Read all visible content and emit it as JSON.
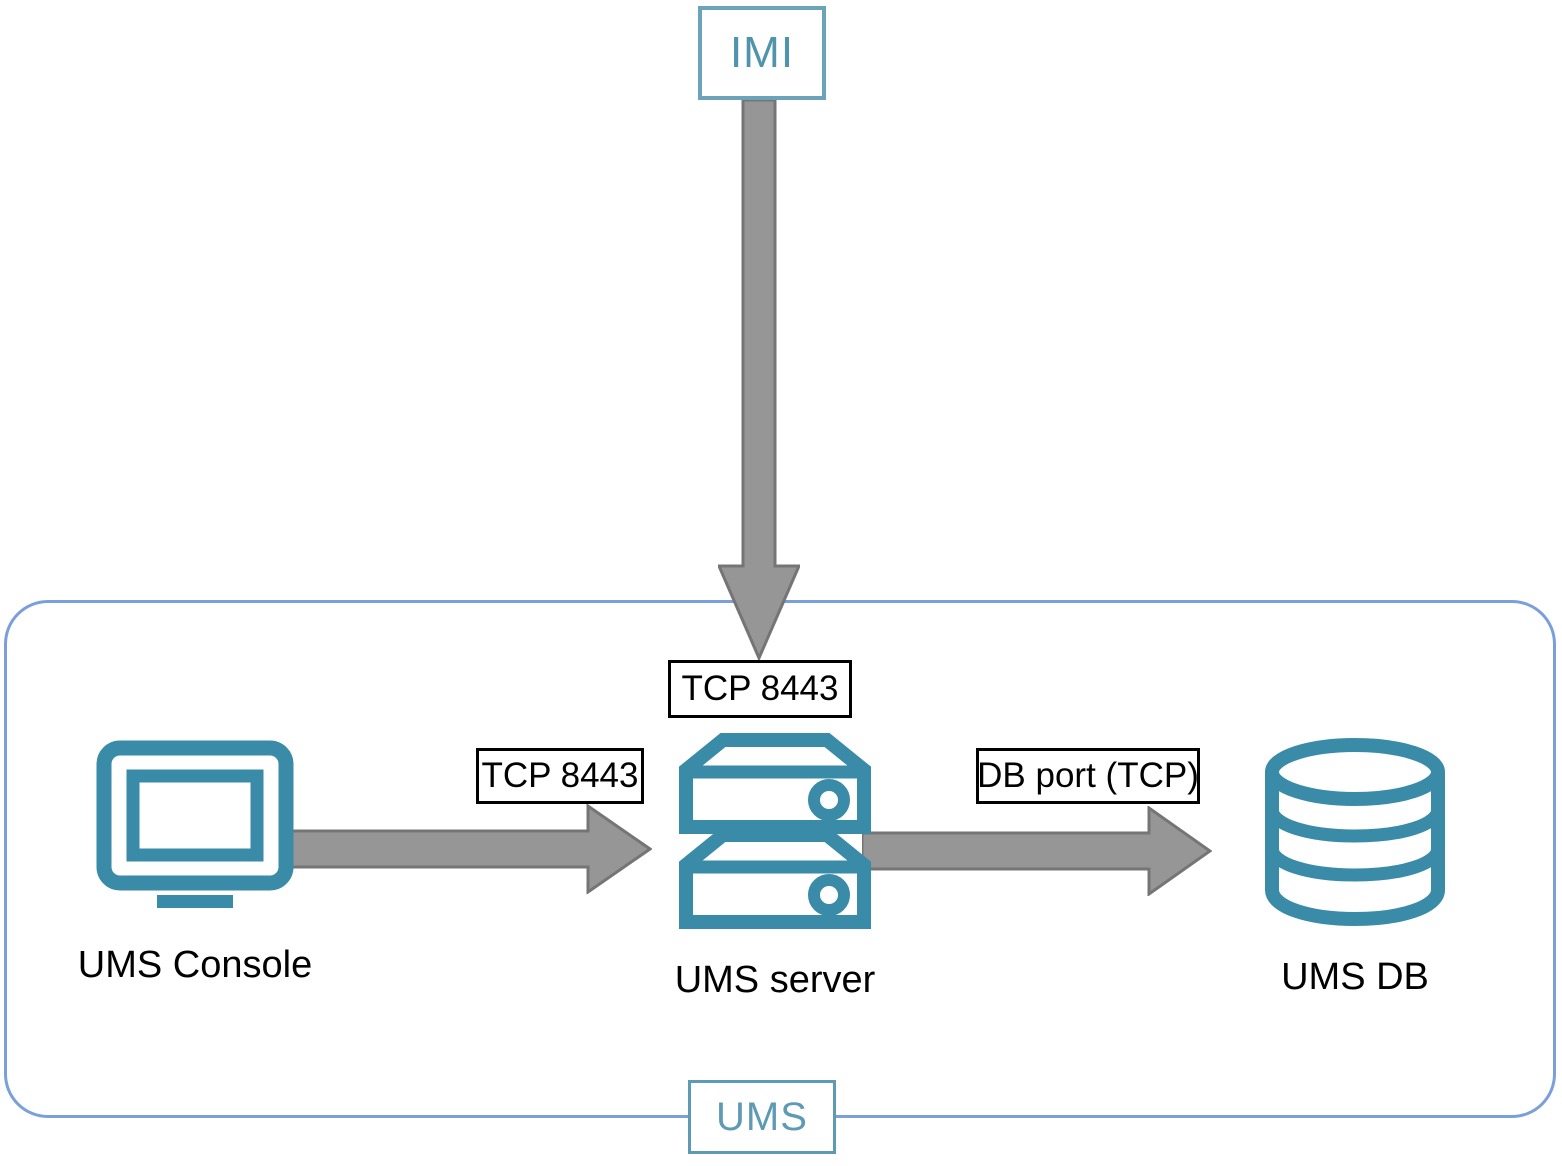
{
  "diagram": {
    "title_tags": {
      "external_zone": "IMI",
      "boundary_zone": "UMS"
    },
    "nodes": [
      {
        "id": "ums-console",
        "label": "UMS Console",
        "icon": "monitor-icon"
      },
      {
        "id": "ums-server",
        "label": "UMS server",
        "icon": "rack-server-icon"
      },
      {
        "id": "ums-db",
        "label": "UMS DB",
        "icon": "database-cylinder-icon"
      }
    ],
    "connections": [
      {
        "id": "imi-to-server",
        "label": "TCP 8443",
        "from": "IMI",
        "to": "UMS server",
        "direction": "down"
      },
      {
        "id": "console-to-server",
        "label": "TCP 8443",
        "from": "UMS Console",
        "to": "UMS server",
        "direction": "right"
      },
      {
        "id": "server-to-db",
        "label": "DB port (TCP)",
        "from": "UMS server",
        "to": "UMS DB",
        "direction": "right"
      }
    ],
    "colors": {
      "icon_teal": "#3a8ba8",
      "boundary_blue": "#7a9fdb",
      "tag_blue": "#5e9ab4",
      "arrow_fill": "#969696",
      "arrow_stroke": "#757575",
      "label_border": "#000000"
    }
  }
}
